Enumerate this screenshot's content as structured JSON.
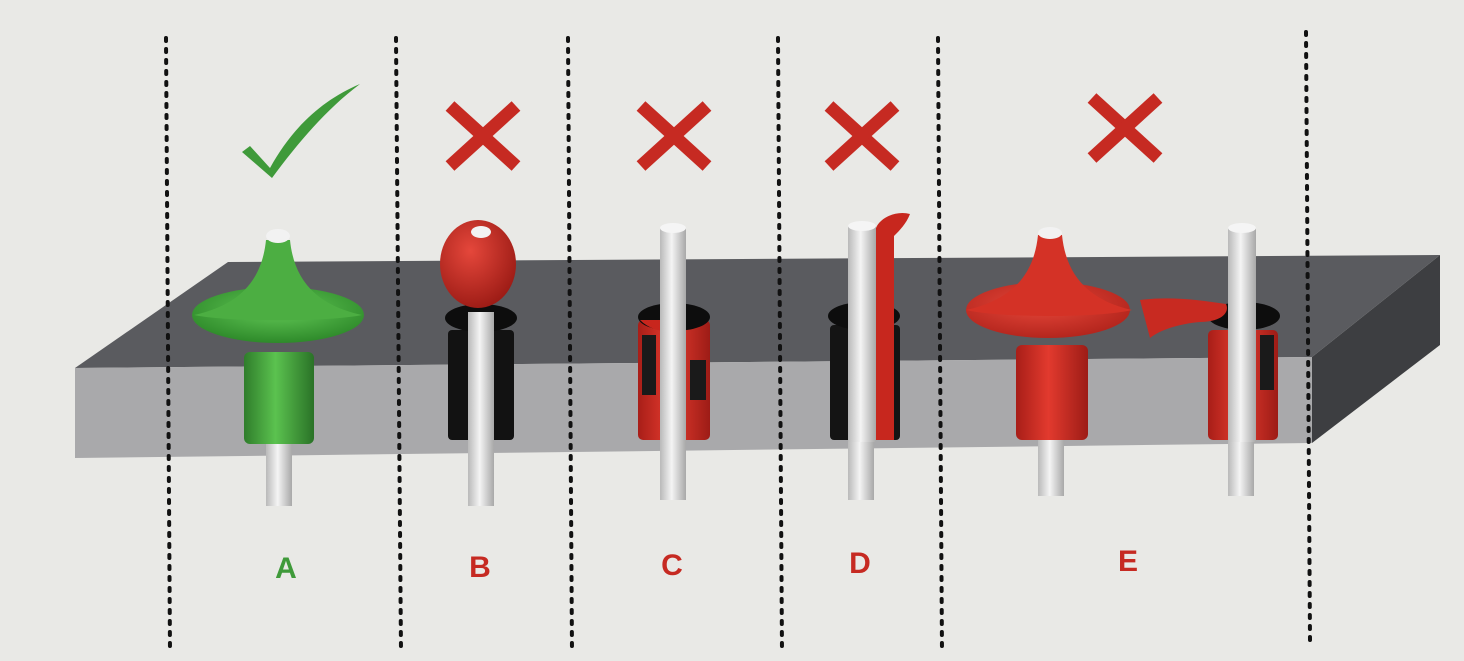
{
  "colors": {
    "background": "#e9e9e6",
    "good": "#3f9a3a",
    "bad": "#c62a22",
    "board_top": "#5a5b5f",
    "board_front": "#a9a9ab",
    "board_side": "#3d3e41",
    "pin": "#e4e4e4",
    "divider": "#111111"
  },
  "columns": [
    {
      "label": "A",
      "verdict": "check-mark",
      "status": "good"
    },
    {
      "label": "B",
      "verdict": "x-mark",
      "status": "bad"
    },
    {
      "label": "C",
      "verdict": "x-mark",
      "status": "bad"
    },
    {
      "label": "D",
      "verdict": "x-mark",
      "status": "bad"
    },
    {
      "label": "E",
      "verdict": "x-mark",
      "status": "bad"
    }
  ]
}
